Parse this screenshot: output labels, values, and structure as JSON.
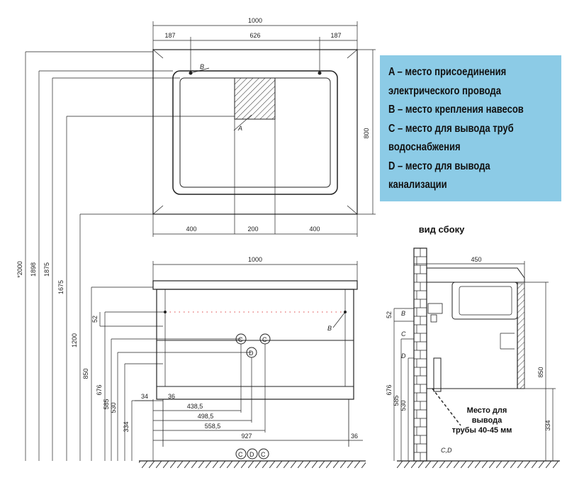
{
  "legend": {
    "lines": [
      "A – место присоединения",
      "электрического провода",
      "B – место крепления навесов",
      "C – место для вывода труб",
      "водоснабжения",
      "D – место для вывода",
      "канализации"
    ],
    "background_color": "#8ccbe6"
  },
  "side_view": {
    "title": "вид сбоку",
    "note_lines": [
      "Место для",
      "вывода",
      "трубы 40-45 мм"
    ],
    "labels": {
      "b": "B",
      "c": "C",
      "d": "D",
      "cd": "C,D"
    }
  },
  "top_view": {
    "overall_width": "1000",
    "top_segments": [
      "187",
      "626",
      "187"
    ],
    "height": "800",
    "bottom_segments": [
      "400",
      "200",
      "400"
    ],
    "label_a": "A",
    "label_b": "B"
  },
  "front_view": {
    "overall_width": "1000",
    "label_b": "B",
    "label_c": "C",
    "label_d": "D",
    "dim_52": "52",
    "dim_34": "34",
    "dim_36_left": "36",
    "dim_36_right": "36",
    "dim_438": "438,5",
    "dim_498": "498,5",
    "dim_558": "558,5",
    "dim_927": "927"
  },
  "vertical_dims": {
    "d2000": "*2000",
    "d1898": "1898",
    "d1875": "1875",
    "d1675": "1675",
    "d1200": "1200",
    "d850": "850",
    "d676": "676",
    "d585": "585",
    "d530": "530",
    "d334": "334"
  },
  "side_dims": {
    "d450": "450",
    "d52": "52",
    "d676": "676",
    "d585": "585",
    "d530": "530",
    "d850": "850",
    "d334": "334"
  }
}
